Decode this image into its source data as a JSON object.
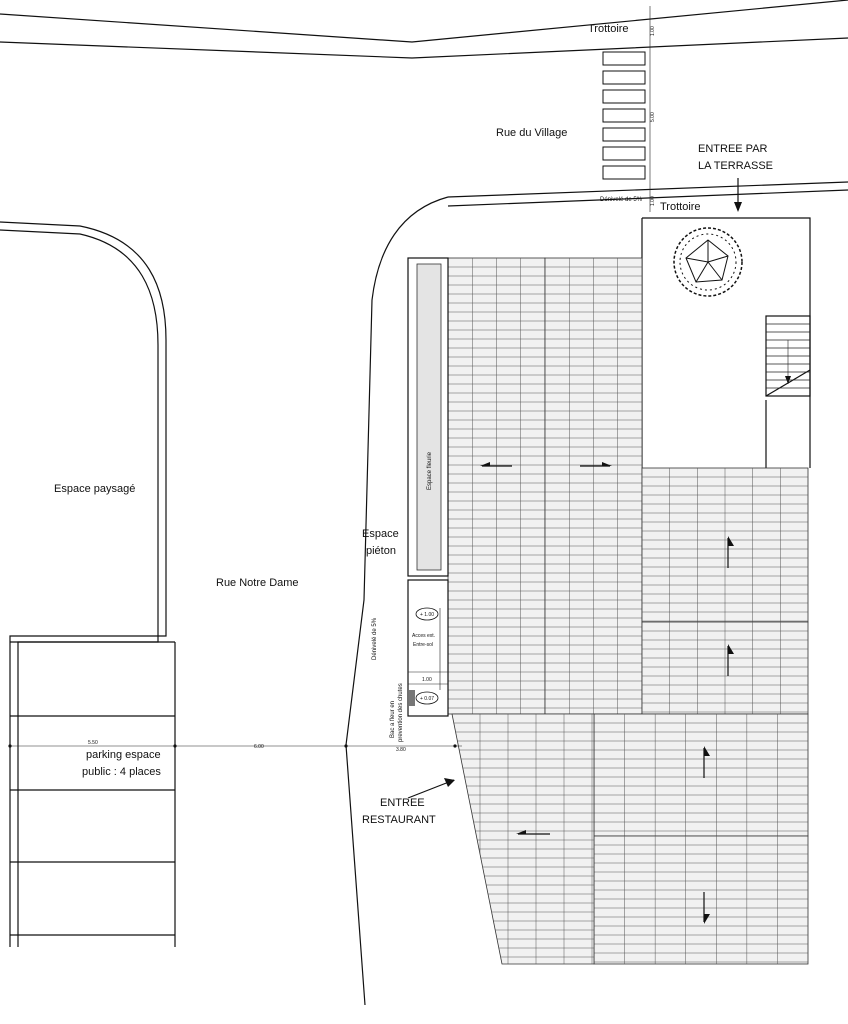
{
  "labels": {
    "trottoire_top": "Trottoire",
    "rue_village": "Rue du Village",
    "entree_terrasse_1": "ENTREE PAR",
    "entree_terrasse_2": "LA TERRASSE",
    "trottoire_bottom": "Trottoire",
    "denivele_top": "Dénivelé de 5%",
    "espace_paysage": "Espace paysagé",
    "espace_fleurie": "Espace fleurie",
    "espace_pieton_1": "Espace",
    "espace_pieton_2": "piéton",
    "rue_notre_dame": "Rue Notre Dame",
    "denivele_left": "Dénivelé de 5%",
    "level_1": "+ 1.00",
    "acces_1": "Acces ext.",
    "acces_2": "Entre-sol",
    "level_2": "+ 0.07",
    "bac_1": "Bac a fleur en",
    "bac_2": "prevention des chutes",
    "parking_1": "parking espace",
    "parking_2": "public : 4 places",
    "entree_rest_1": "ENTREE",
    "entree_rest_2": "RESTAURANT"
  },
  "dimensions": {
    "d_100_a": "1.00",
    "d_500": "5.00",
    "d_100_b": "1.00",
    "d_100_c": "1.00",
    "d_550": "5.50",
    "d_600": "6.00",
    "d_380": "3.80"
  },
  "colors": {
    "line": "#111111",
    "tile_fill": "#f1f1f1",
    "tile_grid": "#555555"
  }
}
